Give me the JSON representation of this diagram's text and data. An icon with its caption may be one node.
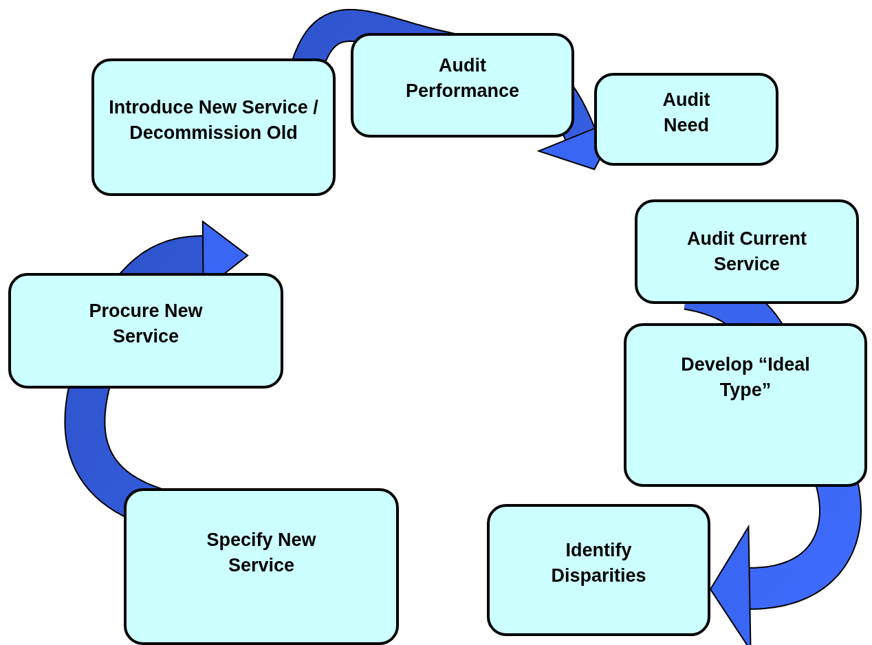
{
  "diagram": {
    "nodes": [
      {
        "text": [
          "Introduce New Service / Decommission Old"
        ]
      },
      {
        "text": [
          "Audit Performance"
        ]
      },
      {
        "text": [
          "Audit Need"
        ]
      },
      {
        "text": [
          "Audit Current Service"
        ]
      },
      {
        "text": [
          "Develop “Ideal Type”"
        ]
      },
      {
        "text": [
          "Identify Disparities"
        ]
      },
      {
        "text": [
          "Specify New Service"
        ]
      },
      {
        "text": [
          "Procure New Service"
        ]
      }
    ],
    "edges": [
      {
        "from": 0,
        "to": 1,
        "arrow": "none",
        "style": "thick"
      },
      {
        "from": 1,
        "to": 2,
        "arrow": "to",
        "style": "thick"
      },
      {
        "from": 3,
        "to": 4,
        "arrow": "none",
        "style": "thick"
      },
      {
        "from": 4,
        "to": 5,
        "arrow": "to",
        "style": "thick"
      },
      {
        "from": 6,
        "to": 7,
        "arrow": "none",
        "style": "thick"
      },
      {
        "from": 7,
        "to": 0,
        "arrow": "to",
        "style": "thick"
      }
    ]
  }
}
